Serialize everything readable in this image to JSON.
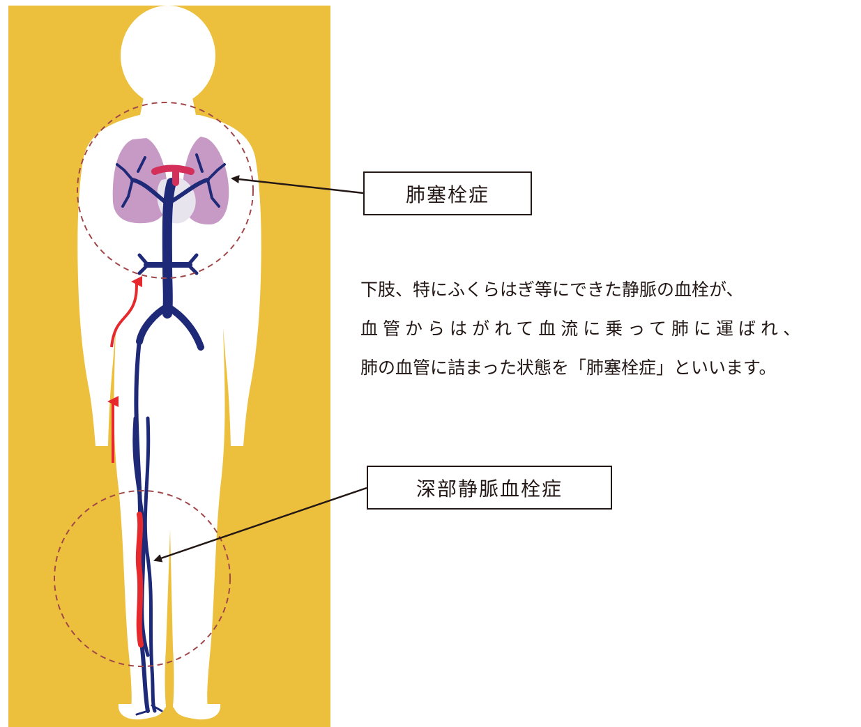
{
  "labels": {
    "pulmonary_embolism": "肺塞栓症",
    "deep_vein_thrombosis": "深部静脈血栓症"
  },
  "description": {
    "lines": [
      "下肢、特にふくらはぎ等にできた静脈の血栓が、",
      "血管からはがれて血流に乗って肺に運ばれ、",
      "肺の血管に詰まった状態を「肺塞栓症」といいます。"
    ]
  },
  "colors": {
    "background_panel": "#ECC03C",
    "body": "#FFFFFF",
    "lungs": "#C79AC6",
    "veins": "#1E2A78",
    "clot": "#E5292D",
    "arrows_red": "#E5292D",
    "dashed_circle": "#A0474A",
    "pointer": "#231815"
  },
  "icons": {
    "flow_arrow": "upward-red-arrow-icon",
    "pointer": "black-pointer-arrow-icon"
  }
}
